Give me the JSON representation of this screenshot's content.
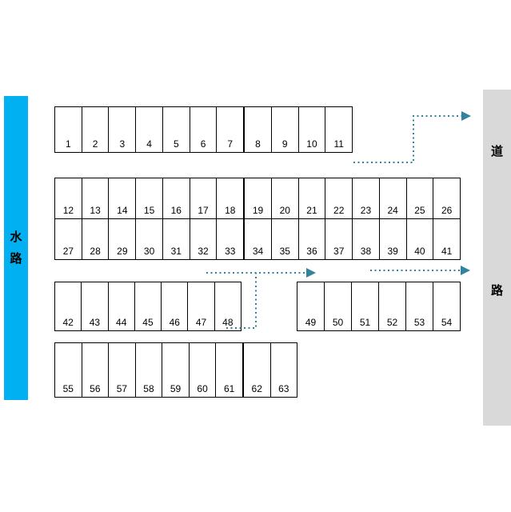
{
  "diagram": {
    "type": "parking-lot-layout",
    "waterway_label": [
      "水",
      "路"
    ],
    "road_label": [
      "道",
      "路"
    ],
    "colors": {
      "waterway_fill": "#00B0F0",
      "road_fill": "#D9D9D9",
      "flow_arrow": "#31849B",
      "stall_border": "#000000"
    },
    "rows": [
      {
        "id": "row-1",
        "numbers": [
          1,
          2,
          3,
          4,
          5,
          6,
          7,
          8,
          9,
          10,
          11
        ],
        "thick_before": [
          8
        ]
      },
      {
        "id": "row-2",
        "numbers": [
          12,
          13,
          14,
          15,
          16,
          17,
          18,
          19,
          20,
          21,
          22,
          23,
          24,
          25,
          26
        ],
        "thick_before": [
          19
        ]
      },
      {
        "id": "row-3",
        "numbers": [
          27,
          28,
          29,
          30,
          31,
          32,
          33,
          34,
          35,
          36,
          37,
          38,
          39,
          40,
          41
        ],
        "thick_before": [
          34
        ]
      },
      {
        "id": "row-4a",
        "numbers": [
          42,
          43,
          44,
          45,
          46,
          47,
          48
        ],
        "thick_before": []
      },
      {
        "id": "row-4b",
        "numbers": [
          49,
          50,
          51,
          52,
          53,
          54
        ],
        "thick_before": []
      },
      {
        "id": "row-5",
        "numbers": [
          55,
          56,
          57,
          58,
          59,
          60,
          61,
          62,
          63
        ],
        "thick_before": [
          62
        ]
      }
    ]
  }
}
